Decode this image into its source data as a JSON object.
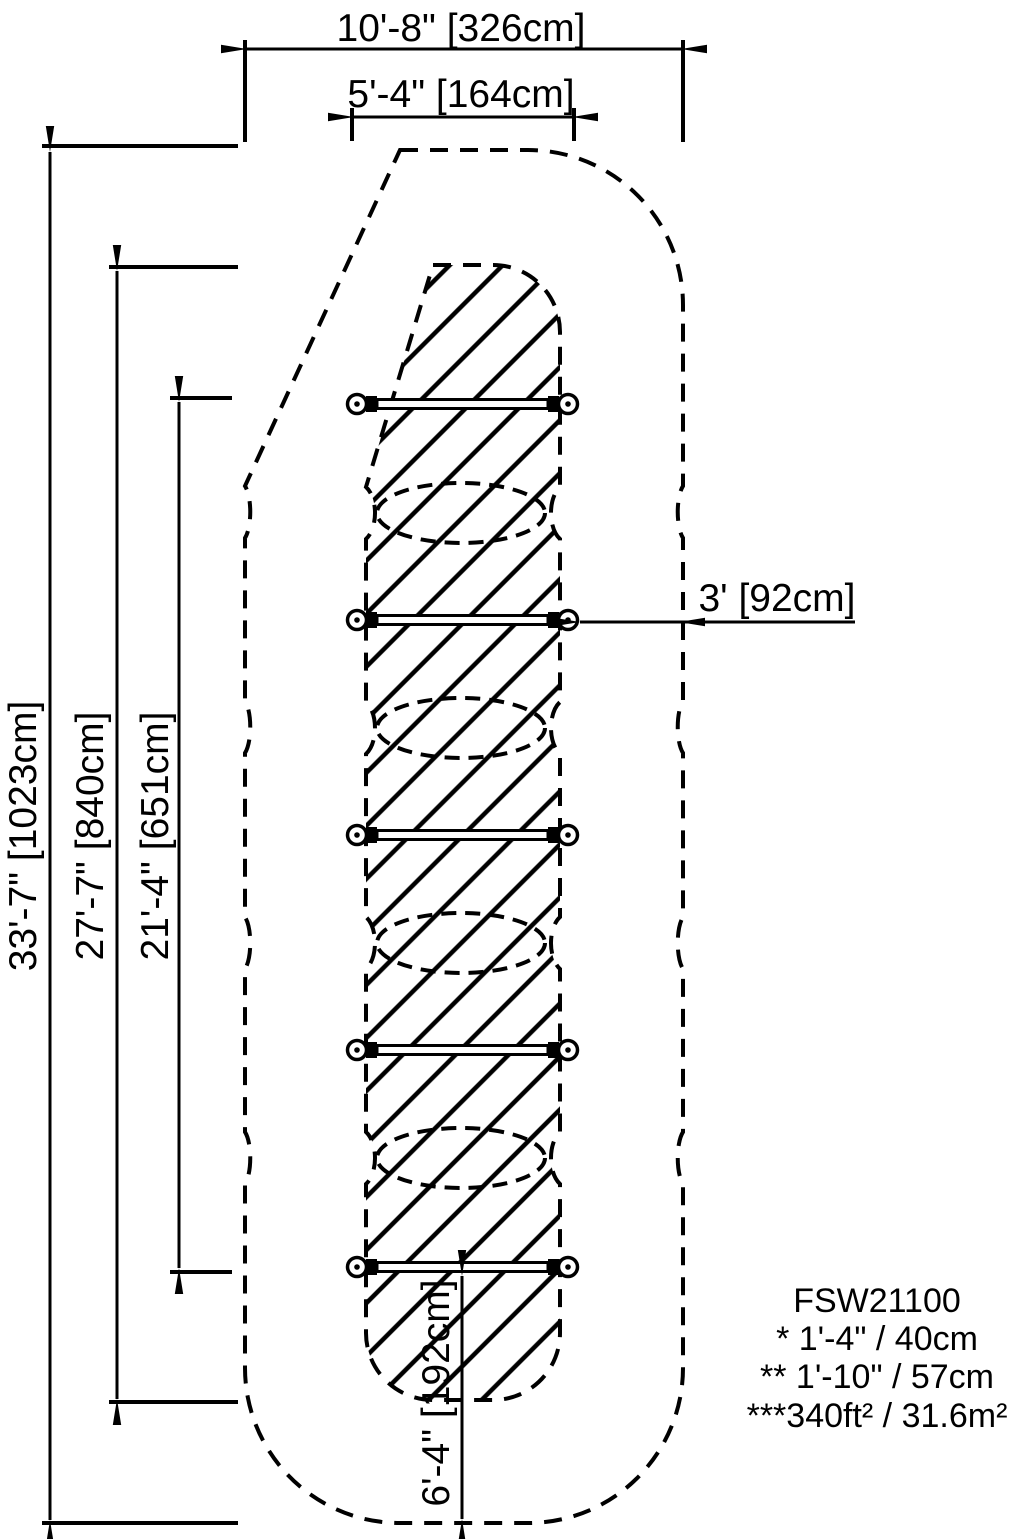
{
  "drawing": {
    "dimensions": {
      "overall_width": "10'-8\" [326cm]",
      "beam_width": "5'-4\" [164cm]",
      "overall_length": "33'-7\" [1023cm]",
      "equipment_zone_length": "27'-7\" [840cm]",
      "beam_span_length": "21'-4\" [651cm]",
      "side_clearance": "3' [92cm]",
      "end_clearance": "6'-4\" [192cm]"
    },
    "notes": {
      "model": "FSW21100",
      "note1": "* 1'-4\" / 40cm",
      "note2": "** 1'-10\" / 57cm",
      "note3": "***340ft² / 31.6m²"
    },
    "colors": {
      "line": "#000000",
      "background": "#ffffff"
    }
  }
}
